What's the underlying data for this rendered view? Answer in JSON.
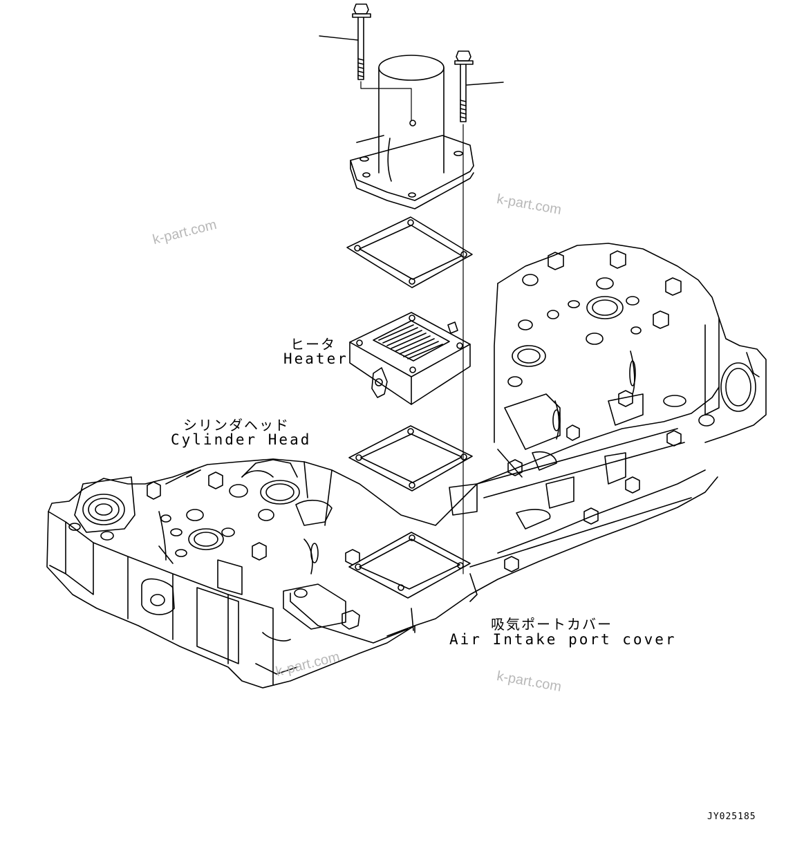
{
  "labels": {
    "heater_jp": "ヒータ",
    "heater_en": "Heater",
    "cylinder_head_jp": "シリンダヘッド",
    "cylinder_head_en": "Cylinder Head",
    "air_intake_jp": "吸気ポートカバー",
    "air_intake_en": "Air Intake port cover"
  },
  "watermark": "k-part.com",
  "drawing_code": "JY025185"
}
